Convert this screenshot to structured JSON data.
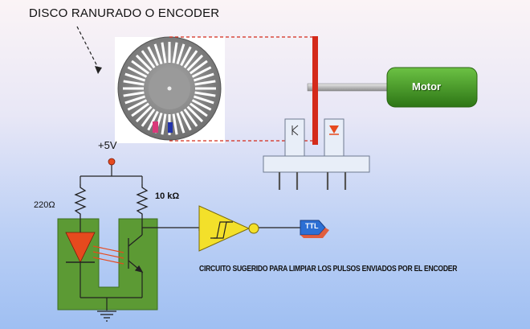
{
  "labels": {
    "title": "DISCO RANURADO O ENCODER",
    "supply": "+5V",
    "resistor_led": "220Ω",
    "resistor_pullup": "10 kΩ",
    "motor": "Motor",
    "output": "TTL",
    "caption": "CIRCUITO SUGERIDO PARA LIMPIAR LOS PULSOS ENVIADOS POR EL ENCODER"
  },
  "encoder": {
    "slots": 40
  },
  "colors": {
    "pcb_green": "#5c9a34",
    "motor_green": "#3c8a1f",
    "trigger_yellow": "#f3e02a",
    "sensor_red": "#e64a1e",
    "shaft_red": "#d42a1a",
    "output_blue": "#2c6fd4"
  },
  "icons": {
    "resistor": "resistor-icon",
    "led": "led-icon",
    "phototransistor": "phototransistor-icon",
    "schmitt_trigger": "schmitt-trigger-icon",
    "ground": "ground-icon"
  }
}
